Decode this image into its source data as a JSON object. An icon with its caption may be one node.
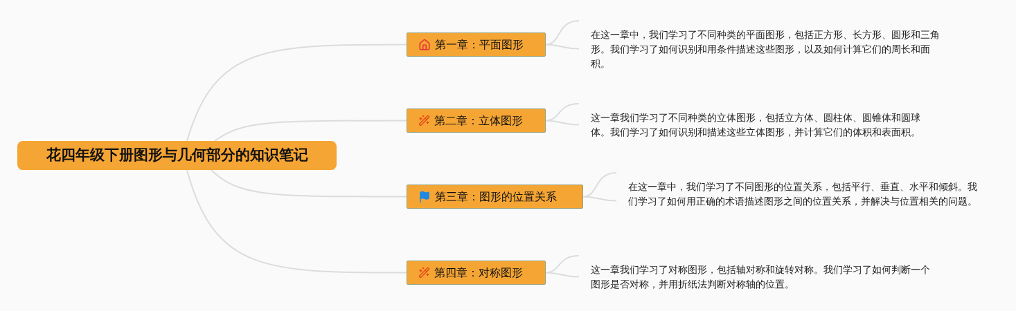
{
  "diagram": {
    "nodes": [
      {
        "text": [
          "花四年级下册图形与几何部分的知识笔记"
        ]
      },
      {
        "text": [
          "第一章：平面图形"
        ]
      },
      {
        "text": [
          "第二章：立体图形"
        ]
      },
      {
        "text": [
          "第三章：图形的位置关系"
        ]
      },
      {
        "text": [
          "第四章：对称图形"
        ]
      },
      {
        "text": [
          "在这一章中，我们学习了不同种类的平面图形，包括正方形、长方形、圆形和三角形。我们学习了如何识别和用条件描述这些图形，以及如何计算它们的周长和面积。"
        ]
      },
      {
        "text": [
          "这一章我们学习了不同种类的立体图形，包括立方体、圆柱体、圆锥体和圆球体。我们学习了如何识别和描述这些立体图形，并计算它们的体积和表面积。"
        ]
      },
      {
        "text": [
          "在这一章中，我们学习了不同图形的位置关系，包括平行、垂直、水平和倾斜。我们学习了如何用正确的术语描述图形之间的位置关系，并解决与位置相关的问题。"
        ]
      },
      {
        "text": [
          "这一章我们学习了对称图形，包括轴对称和旋转对称。我们学习了如何判断一个图形是否对称，并用折纸法判断对称轴的位置。"
        ]
      }
    ],
    "edges": [
      {
        "from": 0,
        "to": 1,
        "arrow": "none"
      },
      {
        "from": 0,
        "to": 2,
        "arrow": "none"
      },
      {
        "from": 0,
        "to": 3,
        "arrow": "none"
      },
      {
        "from": 0,
        "to": 4,
        "arrow": "none"
      },
      {
        "from": 1,
        "to": 5,
        "arrow": "none"
      },
      {
        "from": 2,
        "to": 6,
        "arrow": "none"
      },
      {
        "from": 3,
        "to": 7,
        "arrow": "none"
      },
      {
        "from": 4,
        "to": 8,
        "arrow": "none"
      }
    ]
  }
}
